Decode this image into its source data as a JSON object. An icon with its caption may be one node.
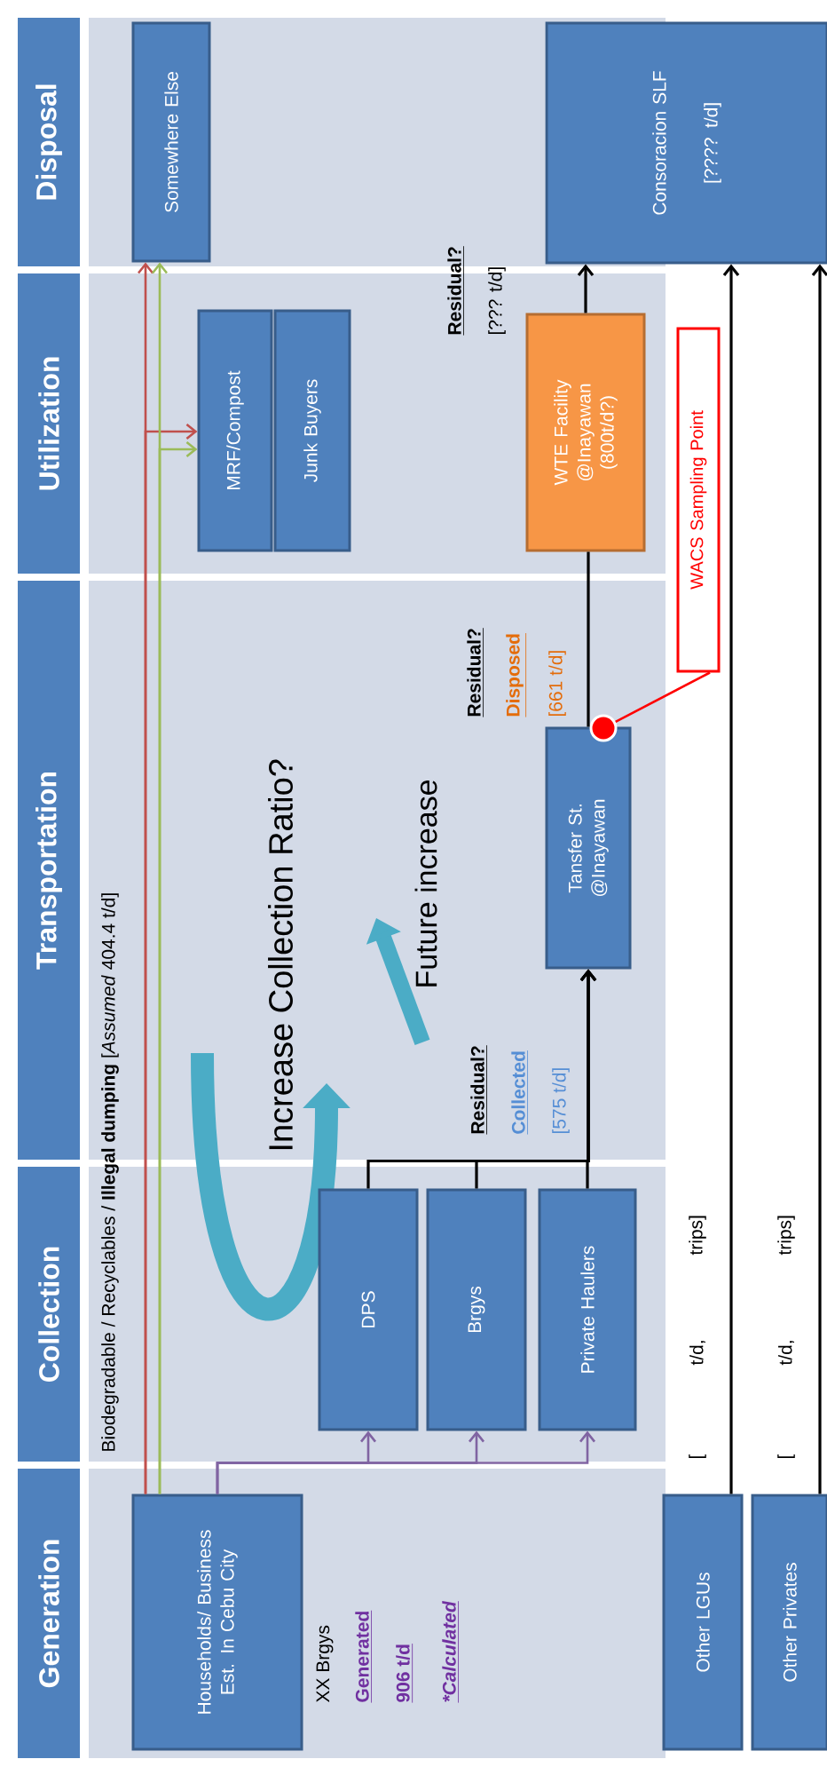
{
  "diagram": {
    "nodes": [
      {
        "text": [
          "Generation"
        ]
      },
      {
        "text": [
          "Collection"
        ]
      },
      {
        "text": [
          "Transportation"
        ]
      },
      {
        "text": [
          "Utilization"
        ]
      },
      {
        "text": [
          "Disposal"
        ]
      },
      {
        "text": [
          "Households/ Business Est. In Cebu City"
        ]
      },
      {
        "text": [
          "DPS"
        ]
      },
      {
        "text": [
          "Brgys"
        ]
      },
      {
        "text": [
          "Private Haulers"
        ]
      },
      {
        "text": [
          "Tansfer St.",
          "@Inayawan"
        ]
      },
      {
        "text": [
          "WTE Facility",
          "@Inayawan",
          "(800t/d?)"
        ]
      },
      {
        "text": [
          "Consoracion SLF",
          "[???? t/d]"
        ]
      },
      {
        "text": [
          "Somewhere Else"
        ]
      },
      {
        "text": [
          "MRF/Compost"
        ]
      },
      {
        "text": [
          "Junk Buyers"
        ]
      },
      {
        "text": [
          "Other LGUs"
        ]
      },
      {
        "text": [
          "Other Privates"
        ]
      },
      {
        "text": [
          "WACS Sampling Point"
        ]
      },
      {
        "text": [],
        "shape": "circle"
      }
    ],
    "edges": [
      {
        "from": 5,
        "to": 6,
        "arrow": "to",
        "color": "#8064a2"
      },
      {
        "from": 5,
        "to": 7,
        "arrow": "to",
        "color": "#8064a2"
      },
      {
        "from": 5,
        "to": 8,
        "arrow": "to",
        "color": "#8064a2"
      },
      {
        "from": 6,
        "to": 9,
        "arrow": "to"
      },
      {
        "from": 7,
        "to": 9,
        "arrow": "to"
      },
      {
        "from": 8,
        "to": 9,
        "arrow": "to"
      },
      {
        "from": 9,
        "to": 10,
        "arrow": "none"
      },
      {
        "from": 10,
        "to": 11,
        "arrow": "to"
      },
      {
        "from": 5,
        "to": 12,
        "arrow": "to",
        "color": "#c0504d"
      },
      {
        "from": 5,
        "to": 13,
        "arrow": "to",
        "color": "#c0504d"
      },
      {
        "from": 5,
        "to": 12,
        "arrow": "to",
        "color": "#9bbb59"
      },
      {
        "from": 5,
        "to": 13,
        "arrow": "to",
        "color": "#9bbb59"
      },
      {
        "from": 15,
        "to": 11,
        "arrow": "to"
      },
      {
        "from": 16,
        "to": 11,
        "arrow": "to"
      },
      {
        "from": 17,
        "to": 18,
        "arrow": "none",
        "color": "#ff0000"
      }
    ],
    "labels": [
      "Biodegradable / Recyclables / **Illegal dumping** [*Assumed* 404.4 t/d]",
      "XX Brgys",
      "Generated",
      "906 t/d",
      "*Calculated",
      "Residual?",
      "Collected",
      "[575 t/d]",
      "Increase Collection Ratio?",
      "Future increase",
      "Residual?",
      "Disposed",
      "[661 t/d]",
      "Residual?",
      "[??? t/d]",
      "[",
      "t/d,",
      "trips]",
      "[",
      "t/d,",
      "trips]"
    ]
  }
}
